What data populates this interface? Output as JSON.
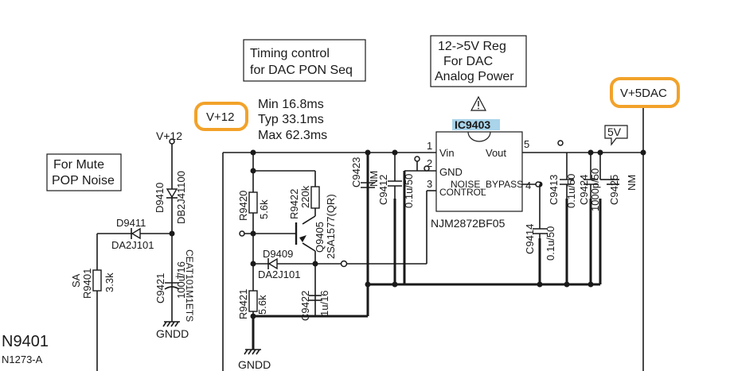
{
  "notes": {
    "timing": [
      "Timing control",
      "for DAC PON Seq"
    ],
    "regulator": [
      "12->5V Reg",
      "For DAC",
      "Analog Power"
    ],
    "mute": [
      "For Mute",
      "POP Noise"
    ],
    "timing_values": [
      "Min 16.8ms",
      "Typ 33.1ms",
      "Max 62.3ms"
    ]
  },
  "rails": {
    "v12_main": "V+12",
    "v5dac": "V+5DAC",
    "v12_small": "V+12",
    "five_v": "5V",
    "highlight_color": "#f2a22a"
  },
  "ic": {
    "ref": "IC9403",
    "part": "NJM2872BF05",
    "ref_bg": "#a9d4ea",
    "pins": {
      "p1": "1",
      "vin": "Vin",
      "p2": "2",
      "gnd": "GND",
      "p3": "3",
      "control": "CONTROL",
      "p4": "4",
      "noise": "NOISE_BYPASS",
      "p5": "5",
      "vout": "Vout"
    }
  },
  "components": {
    "c9423": [
      "C9423",
      "NM"
    ],
    "c9412": [
      "C9412",
      "0.1u/50"
    ],
    "c9413": [
      "C9413",
      "0.1u/50"
    ],
    "c9424": [
      "C9424",
      "1000p/50"
    ],
    "c9425": [
      "C9425",
      "NM"
    ],
    "c9414": [
      "C9414",
      "0.1u/50"
    ],
    "r9420": [
      "R9420",
      "5.6k"
    ],
    "r9422": [
      "R9422",
      "220k"
    ],
    "q9405": [
      "Q9405",
      "2SA1577(QR)"
    ],
    "d9409": [
      "D9409",
      "DA2J101"
    ],
    "r9421": [
      "R9421",
      "5.6k"
    ],
    "c9422": [
      "C9422",
      "1u/16"
    ],
    "d9410": [
      "D9410",
      "DB2J41100"
    ],
    "d9411": [
      "D9411",
      "DA2J101"
    ],
    "c9421": [
      "C9421",
      "100u/16",
      "CEAT101M1ETS"
    ],
    "r9401": [
      "SA",
      "R9401",
      "3.3k"
    ]
  },
  "grounds": {
    "gndd_right": "GNDD",
    "gndd_left": "GNDD"
  },
  "refs": {
    "n9401": "N9401",
    "n1273": "N1273-A"
  }
}
